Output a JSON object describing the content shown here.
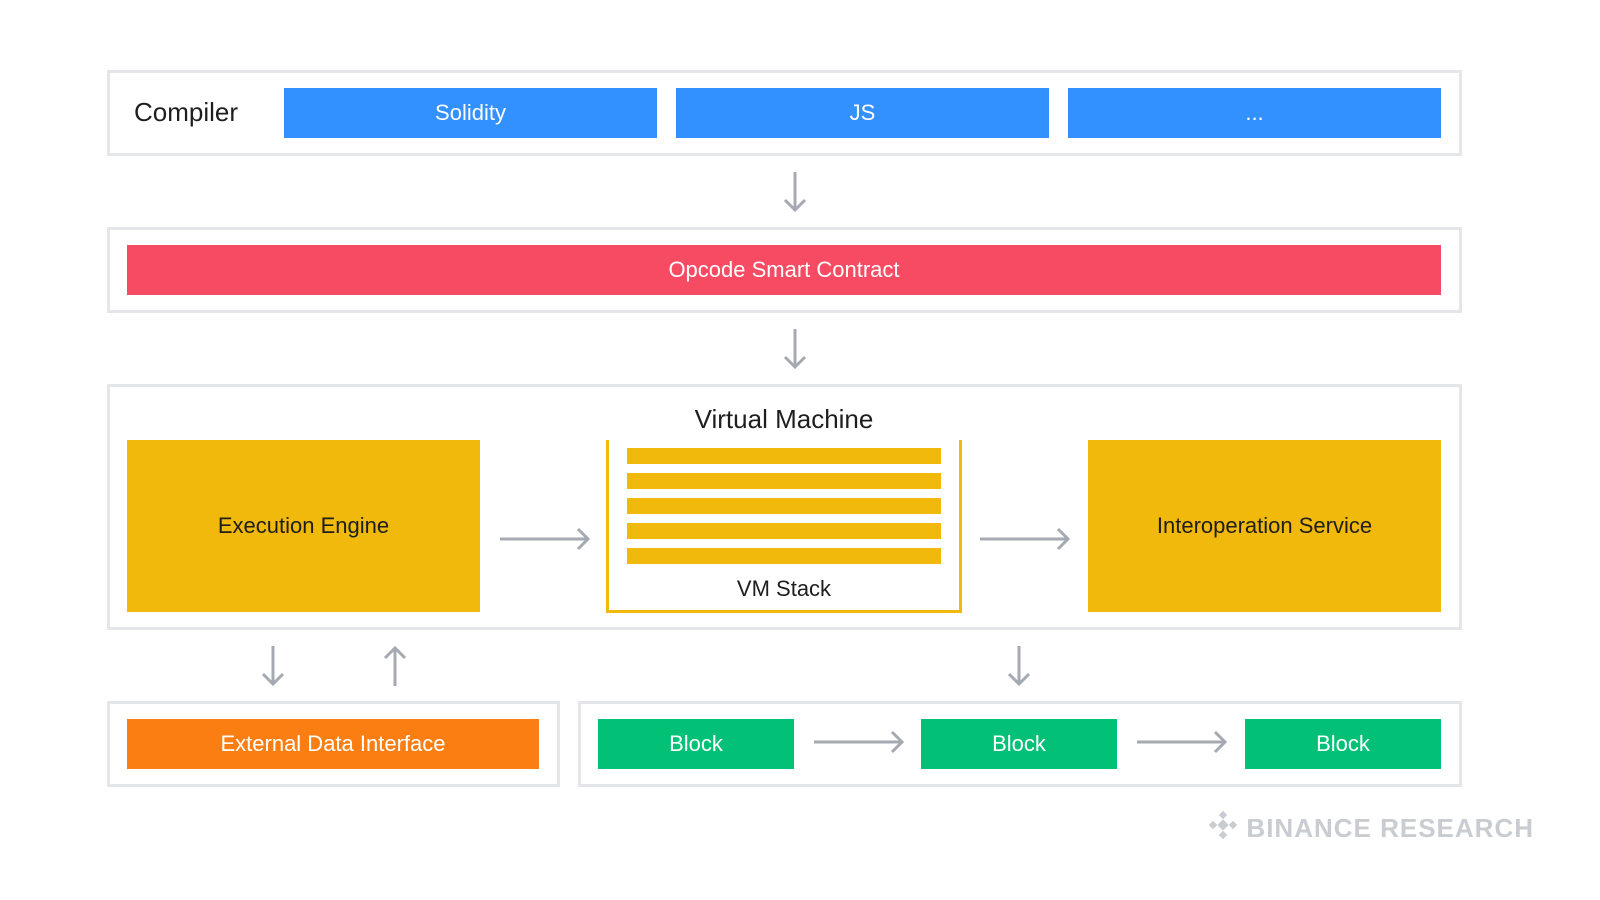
{
  "compiler": {
    "label": "Compiler",
    "languages": [
      "Solidity",
      "JS",
      "..."
    ],
    "color": "#3390ff"
  },
  "opcode": {
    "label": "Opcode Smart Contract",
    "color": "#f74a63"
  },
  "virtual_machine": {
    "title": "Virtual Machine",
    "execution_engine": "Execution Engine",
    "vm_stack": "VM Stack",
    "interoperation_service": "Interoperation Service",
    "color": "#f0b90b"
  },
  "external_data": {
    "label": "External Data Interface",
    "color": "#fb7e13"
  },
  "chain": {
    "blocks": [
      "Block",
      "Block",
      "Block"
    ],
    "color": "#02c076"
  },
  "brand": {
    "text": "BINANCE RESEARCH",
    "icon": "binance-logo-icon"
  }
}
